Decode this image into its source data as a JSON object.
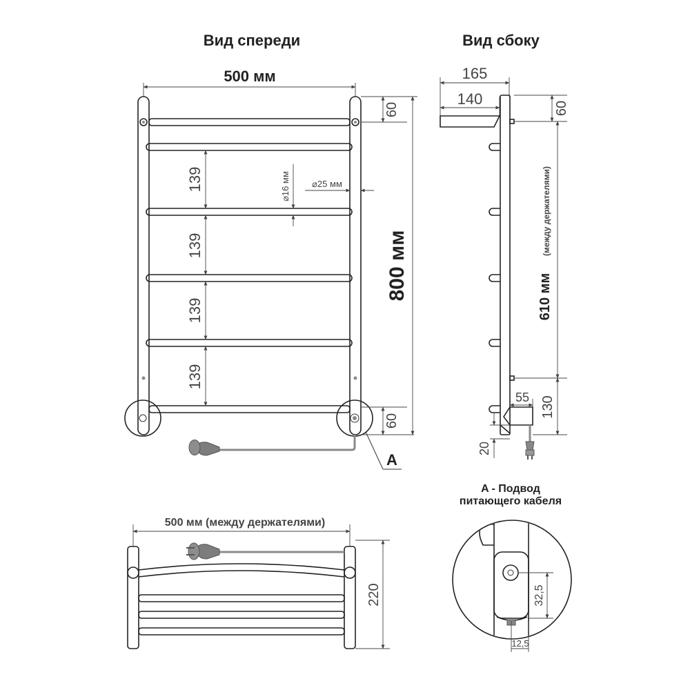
{
  "titles": {
    "front": "Вид спереди",
    "side": "Вид сбоку",
    "detail_line1": "A - Подвод",
    "detail_line2": "питающего кабеля"
  },
  "front": {
    "width": "500 мм",
    "height": "800 мм",
    "top_offset": "60",
    "bottom_offset": "60",
    "spacings": [
      "139",
      "139",
      "139",
      "139"
    ],
    "rail_diameter": "⌀16 мм",
    "pipe_diameter": "⌀25 мм",
    "callout": "A"
  },
  "side": {
    "depth_total": "165",
    "depth_bar": "140",
    "top_offset": "60",
    "holder_spacing": "610 мм",
    "holder_spacing_note": "(между держателями)",
    "bottom_depth": "55",
    "bottom_height": "130",
    "cable_offset": "20"
  },
  "top": {
    "width": "500 мм (между держателями)",
    "depth": "220"
  },
  "detail": {
    "vertical": "32,5",
    "horizontal": "12,5"
  }
}
